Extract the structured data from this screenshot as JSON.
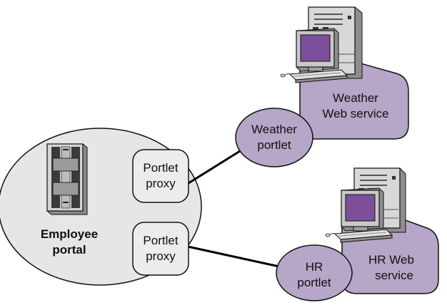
{
  "diagram": {
    "employee_portal": {
      "line1": "Employee",
      "line2": "portal"
    },
    "proxy_top": {
      "line1": "Portlet",
      "line2": "proxy"
    },
    "proxy_bottom": {
      "line1": "Portlet",
      "line2": "proxy"
    },
    "weather_portlet": {
      "line1": "Weather",
      "line2": "portlet"
    },
    "weather_service": {
      "line1": "Weather",
      "line2": "Web service"
    },
    "hr_portlet": {
      "line1": "HR",
      "line2": "portlet"
    },
    "hr_service": {
      "line1": "HR Web",
      "line2": "service"
    }
  },
  "colors": {
    "portal_fill": "#e6e6e6",
    "purple_fill": "#b6a6c8",
    "proxy_fill": "#ececec",
    "outline": "#111111",
    "screen_purple": "#7d4f9a"
  },
  "icons": {
    "portal_server": "server-tower-icon",
    "weather_workstation": "workstation-icon",
    "hr_workstation": "workstation-icon"
  }
}
